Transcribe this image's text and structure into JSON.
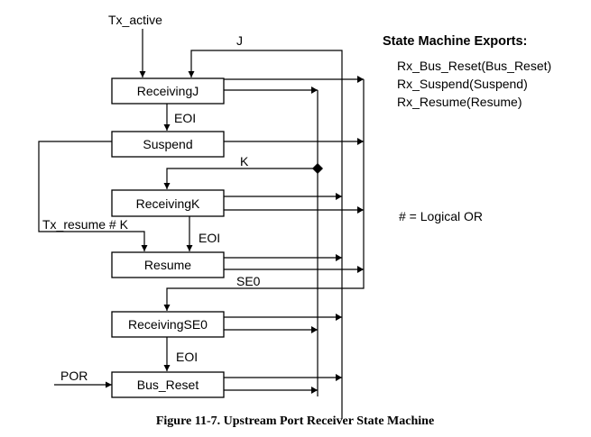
{
  "diagram": {
    "states": {
      "receiving_j": "ReceivingJ",
      "suspend": "Suspend",
      "receiving_k": "ReceivingK",
      "resume": "Resume",
      "receiving_se0": "ReceivingSE0",
      "bus_reset": "Bus_Reset"
    },
    "signals": {
      "tx_active": "Tx_active",
      "j": "J",
      "eoi_1": "EOI",
      "k": "K",
      "tx_resume_or_k": "Tx_resume # K",
      "eoi_2": "EOI",
      "se0": "SE0",
      "eoi_3": "EOI",
      "por": "POR"
    },
    "exports": {
      "title": "State Machine Exports:",
      "items": [
        "Rx_Bus_Reset(Bus_Reset)",
        "Rx_Suspend(Suspend)",
        "Rx_Resume(Resume)"
      ]
    },
    "legend": "# = Logical OR",
    "caption": "Figure 11-7. Upstream Port Receiver State Machine"
  }
}
